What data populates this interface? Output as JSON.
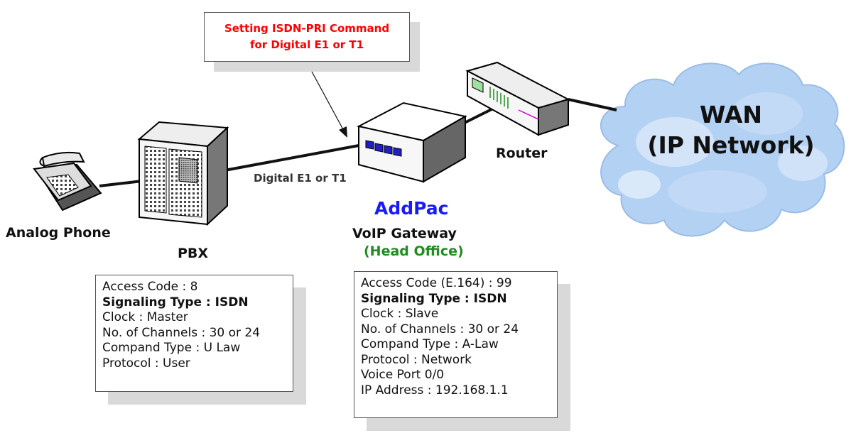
{
  "callout": {
    "line1": "Setting ISDN-PRI Command",
    "line2": "for Digital E1 or T1"
  },
  "labels": {
    "analog_phone": "Analog Phone",
    "pbx": "PBX",
    "link": "Digital E1 or T1",
    "brand": "AddPac",
    "gateway": "VoIP Gateway",
    "site": "(Head Office)",
    "router": "Router",
    "wan_line1": "WAN",
    "wan_line2": "(IP Network)"
  },
  "pbx_info": [
    {
      "text": "Access Code : 8",
      "bold": false
    },
    {
      "text": "Signaling Type : ISDN",
      "bold": true
    },
    {
      "text": "Clock : Master",
      "bold": false
    },
    {
      "text": "No. of Channels : 30 or 24",
      "bold": false
    },
    {
      "text": "Compand Type : U Law",
      "bold": false
    },
    {
      "text": "Protocol : User",
      "bold": false
    }
  ],
  "gateway_info": [
    {
      "text": "Access Code (E.164) : 99",
      "bold": false
    },
    {
      "text": "Signaling Type : ISDN",
      "bold": true
    },
    {
      "text": "Clock : Slave",
      "bold": false
    },
    {
      "text": "No. of Channels : 30 or 24",
      "bold": false
    },
    {
      "text": "Compand Type : A-Law",
      "bold": false
    },
    {
      "text": "Protocol : Network",
      "bold": false
    },
    {
      "text": "Voice Port 0/0",
      "bold": false
    },
    {
      "text": "IP Address : 192.168.1.1",
      "bold": false
    }
  ],
  "colors": {
    "callout_text": "#ff0000",
    "brand": "#1a1aff",
    "site": "#228b22",
    "cloud": "#aecdf2"
  },
  "icons": [
    "analog-phone-icon",
    "pbx-icon",
    "voip-gateway-icon",
    "router-icon",
    "cloud-icon"
  ]
}
